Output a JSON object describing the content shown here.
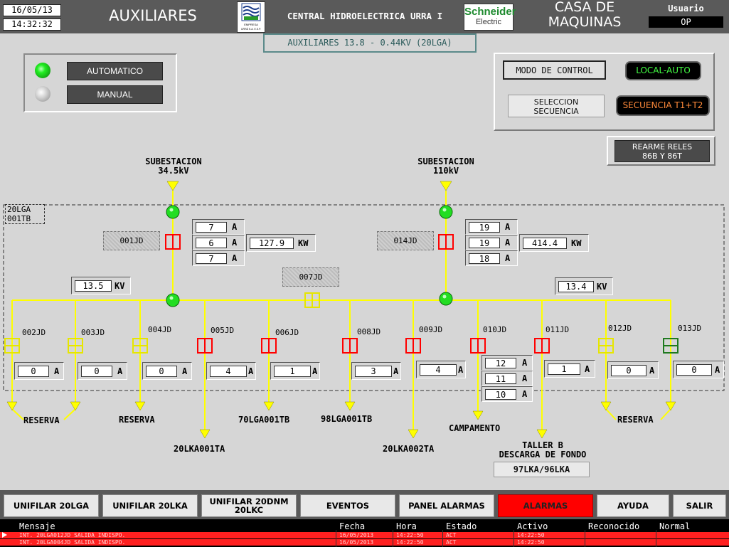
{
  "header": {
    "date": "16/05/13",
    "time": "14:32:32",
    "title": "AUXILIARES",
    "plant": "CENTRAL HIDROELECTRICA URRA I",
    "brand_line1": "Schneider",
    "brand_line2": "Electric",
    "urra_caption1": "EMPRESA",
    "urra_caption2": "URRÁ S.A. E.S.P.",
    "area_line1": "CASA DE",
    "area_line2": "MAQUINAS",
    "user_label": "Usuario",
    "user_value": "OP"
  },
  "subtitle": "AUXILIARES 13.8 - 0.44KV (20LGA)",
  "mode_panel": {
    "auto": "AUTOMATICO",
    "manual": "MANUAL"
  },
  "control": {
    "label": "MODO DE CONTROL",
    "local_auto": "LOCAL-AUTO",
    "sel_line1": "SELECCION",
    "sel_line2": "SECUENCIA",
    "sequence": "SECUENCIA T1+T2"
  },
  "rearme": {
    "line1": "REARME RELES",
    "line2": "86B Y 86T"
  },
  "substations": {
    "left": {
      "line1": "SUBESTACION",
      "line2": "34.5kV"
    },
    "right": {
      "line1": "SUBESTACION",
      "line2": "110kV"
    }
  },
  "bay": {
    "line1": "20LGA",
    "line2": "001TB"
  },
  "feeders_in": {
    "left": {
      "tag": "001JD",
      "currents": [
        "7",
        "6",
        "7"
      ],
      "kw": "127.9",
      "kv": "13.5"
    },
    "right": {
      "tag": "014JD",
      "currents": [
        "19",
        "19",
        "18"
      ],
      "kw": "414.4",
      "kv": "13.4"
    },
    "tie": {
      "tag": "007JD"
    }
  },
  "units": {
    "amp": "A",
    "kw": "KW",
    "kv": "KV"
  },
  "outgoing": [
    {
      "tag": "002JD",
      "current": "0",
      "dest": "RESERVA"
    },
    {
      "tag": "003JD",
      "current": "0",
      "dest": ""
    },
    {
      "tag": "004JD",
      "current": "0",
      "dest": "RESERVA"
    },
    {
      "tag": "005JD",
      "current": "4",
      "dest": "20LKA001TA"
    },
    {
      "tag": "006JD",
      "current": "1",
      "dest": "70LGA001TB"
    },
    {
      "tag": "008JD",
      "current": "3",
      "dest": "98LGA001TB"
    },
    {
      "tag": "009JD",
      "current": "4",
      "dest": "20LKA002TA"
    },
    {
      "tag": "010JD",
      "currents": [
        "12",
        "11",
        "10"
      ],
      "dest": "CAMPAMENTO"
    },
    {
      "tag": "011JD",
      "current": "1",
      "dest_line1": "TALLER B",
      "dest_line2": "DESCARGA DE FONDO",
      "button": "97LKA/96LKA"
    },
    {
      "tag": "012JD",
      "current": "0",
      "dest": "RESERVA"
    },
    {
      "tag": "013JD",
      "current": "0",
      "dest": ""
    }
  ],
  "reserve_shared_left": "RESERVA",
  "reserve_shared_right": "RESERVA",
  "nav": {
    "b1": "UNIFILAR 20LGA",
    "b2": "UNIFILAR 20LKA",
    "b3a": "UNIFILAR 20DNM",
    "b3b": "20LKC",
    "b4": "EVENTOS",
    "b5": "PANEL ALARMAS",
    "b6": "ALARMAS",
    "b7": "AYUDA",
    "b8": "SALIR"
  },
  "alarms": {
    "headers": [
      "Mensaje",
      "Fecha",
      "Hora",
      "Estado",
      "Activo",
      "Reconocido",
      "Normal"
    ],
    "rows": [
      {
        "msg": "INT. 20LGA012JD SALIDA INDISPO.",
        "fecha": "16/05/2013",
        "hora": "14:22:50",
        "estado": "ACT",
        "activo": "14:22:50"
      },
      {
        "msg": "INT. 20LGA004JD SALIDA INDISPO.",
        "fecha": "16/05/2013",
        "hora": "14:22:50",
        "estado": "ACT",
        "activo": "14:22:50"
      }
    ]
  },
  "colors": {
    "bus": "#ffff00",
    "breaker_closed": "#ff0000",
    "breaker_open_yellow": "#e6e600",
    "breaker_green": "#1f7a1f",
    "node": "#22dd22",
    "alarm_red": "#ff2020"
  }
}
